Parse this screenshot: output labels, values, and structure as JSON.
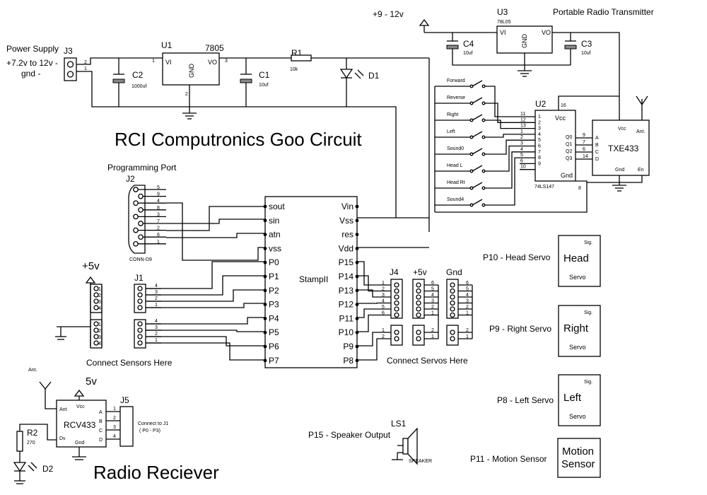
{
  "title": "RCI Computronics Goo Circuit",
  "power": {
    "label": "Power Supply",
    "range": "+7.2v to 12v -",
    "gnd": "gnd -",
    "j3": "J3",
    "u1": "U1",
    "u1_part": "7805",
    "vi": "VI",
    "vo": "VO",
    "gnd_pin": "GND",
    "pin1": "1",
    "pin2": "2",
    "pin3": "3",
    "c2": "C2",
    "c2_val": "1000uf",
    "c1": "C1",
    "c1_val": "10uf",
    "r1": "R1",
    "r1_val": "10k",
    "d1": "D1"
  },
  "transmitter": {
    "title": "Portable Radio Transmitter",
    "supply": "+9 - 12v",
    "u3": "U3",
    "u3_part": "78L05",
    "c4": "C4",
    "c4_val": "10uf",
    "c3": "C3",
    "c3_val": "10uf",
    "u2": "U2",
    "u2_part": "74LS147",
    "vcc": "Vcc",
    "gnd": "Gnd",
    "txe": "TXE433",
    "ant": "Ant.",
    "en": "En",
    "switches": [
      "Forward",
      "Reverse",
      "Right",
      "Left",
      "Sound0",
      "Head L",
      "Head Rt",
      "Sound4"
    ],
    "u2_in_pins": [
      "11",
      "12",
      "13",
      "1",
      "2",
      "3",
      "4",
      "5",
      "6",
      "10"
    ],
    "u2_in_nums": [
      "1",
      "2",
      "3",
      "4",
      "5",
      "6",
      "7",
      "8",
      "9"
    ],
    "u2_out": [
      "Q0",
      "Q1",
      "Q2",
      "Q3"
    ],
    "u2_out_pins": [
      "9",
      "7",
      "6",
      "14"
    ],
    "txe_in": [
      "A",
      "B",
      "C",
      "D"
    ],
    "pin16": "16",
    "pin8": "8"
  },
  "port": {
    "label": "Programming Port",
    "j2": "J2",
    "conn": "CONN-D9",
    "pins": [
      "5",
      "9",
      "4",
      "8",
      "3",
      "7",
      "2",
      "6",
      "1"
    ]
  },
  "stamp": {
    "name": "StampII",
    "left_pins": [
      "sout",
      "sin",
      "atn",
      "vss",
      "P0",
      "P1",
      "P2",
      "P3",
      "P4",
      "P5",
      "P6",
      "P7"
    ],
    "right_pins": [
      "Vin",
      "Vss",
      "res",
      "Vdd",
      "P15",
      "P14",
      "P13",
      "P12",
      "P11",
      "P10",
      "P9",
      "P8"
    ]
  },
  "sensors": {
    "supply": "+5v",
    "j1": "J1",
    "label": "Connect Sensors Here",
    "left_pins": [
      "1",
      "2",
      "3",
      "4",
      "1",
      "2",
      "3",
      "4"
    ],
    "right_pins": [
      "4",
      "3",
      "2",
      "1",
      "4",
      "3",
      "2",
      "1"
    ]
  },
  "servo_headers": {
    "j4": "J4",
    "plus5": "+5v",
    "gnd": "Gnd",
    "label": "Connect Servos Here",
    "j4_pins": [
      "1",
      "2",
      "3",
      "4",
      "5",
      "6",
      "1",
      "2"
    ],
    "mid_pins": [
      "6",
      "5",
      "4",
      "3",
      "2",
      "1",
      "2",
      "1"
    ],
    "gnd_pins": [
      "6",
      "5",
      "4",
      "3",
      "2",
      "1",
      "2",
      "1"
    ]
  },
  "servos": [
    {
      "label": "P10 - Head Servo",
      "name": "Head",
      "type": "Servo",
      "sig": "Sig."
    },
    {
      "label": "P9 - Right Servo",
      "name": "Right",
      "type": "Servo",
      "sig": "Sig."
    },
    {
      "label": "P8 - Left Servo",
      "name": "Left",
      "type": "Servo",
      "sig": "Sig."
    }
  ],
  "motion": {
    "label": "P11 - Motion Sensor",
    "line1": "Motion",
    "line2": "Sensor"
  },
  "speaker": {
    "label": "P15 - Speaker Output",
    "ref": "LS1",
    "name": "SPEAKER"
  },
  "receiver": {
    "title": "Radio Reciever",
    "supply": "5v",
    "ant": "Ant.",
    "part": "RCV433",
    "vcc": "Vcc",
    "gnd": "Gnd",
    "ant_pin": "Ant",
    "dv": "Dv",
    "outs": [
      "A",
      "B",
      "C",
      "D"
    ],
    "j5": "J5",
    "j5_pins": [
      "1",
      "2",
      "3",
      "4"
    ],
    "connect": "Connect to J1",
    "connect2": "( P0 - P3)",
    "r2": "R2",
    "r2_val": "270",
    "d2": "D2"
  }
}
